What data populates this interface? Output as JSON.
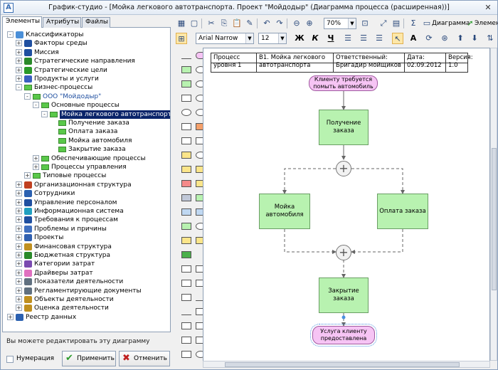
{
  "window": {
    "title": "График-студио - [Мойка легкового автотранспорта. Проект \"Мойдодыр\" (Диаграмма процесса (расширенная))]",
    "close_glyph": "✕"
  },
  "left_panel": {
    "tabs": [
      {
        "label": "Элементы"
      },
      {
        "label": "Атрибуты"
      },
      {
        "label": "Файлы"
      }
    ],
    "tree": [
      {
        "label": "Классификаторы",
        "icon": "folder-tree-icon",
        "color": "#4a8fd8"
      },
      {
        "label": "Факторы среды",
        "icon": "factor-icon",
        "color": "#1f4fa0"
      },
      {
        "label": "Миссия",
        "icon": "mission-icon",
        "color": "#1f4fa0"
      },
      {
        "label": "Стратегические направления",
        "icon": "strategic-direction-icon",
        "color": "#2a8a2a"
      },
      {
        "label": "Стратегические цели",
        "icon": "goal-icon",
        "color": "#2a9a2a"
      },
      {
        "label": "Продукты и услуги",
        "icon": "product-arrow-icon",
        "color": "#3a5fc0"
      },
      {
        "label": "Бизнес-процессы",
        "icon": "process-icon",
        "color": "#5ac84a"
      },
      {
        "label": "ООО \"Мойдодыр\"",
        "icon": "process-icon",
        "color": "#5ac84a"
      },
      {
        "label": "Основные процессы",
        "icon": "process-icon",
        "color": "#5ac84a"
      },
      {
        "label": "Мойка легкового автотранспорта",
        "icon": "process-icon",
        "color": "#5ac84a"
      },
      {
        "label": "Получение заказа",
        "icon": "process-icon",
        "color": "#5ac84a"
      },
      {
        "label": "Оплата заказа",
        "icon": "process-icon",
        "color": "#5ac84a"
      },
      {
        "label": "Мойка автомобиля",
        "icon": "process-icon",
        "color": "#5ac84a"
      },
      {
        "label": "Закрытие заказа",
        "icon": "process-icon",
        "color": "#5ac84a"
      },
      {
        "label": "Обеспечивающие процессы",
        "icon": "process-icon",
        "color": "#5ac84a"
      },
      {
        "label": "Процессы управления",
        "icon": "process-icon",
        "color": "#5ac84a"
      },
      {
        "label": "Типовые процессы",
        "icon": "process-icon",
        "color": "#5ac84a"
      },
      {
        "label": "Организационная структура",
        "icon": "org-structure-icon",
        "color": "#c04020"
      },
      {
        "label": "Сотрудники",
        "icon": "employee-icon",
        "color": "#2a60b0"
      },
      {
        "label": "Управление персоналом",
        "icon": "hr-icon",
        "color": "#1f4fa0"
      },
      {
        "label": "Информационная система",
        "icon": "info-system-icon",
        "color": "#20a0c0"
      },
      {
        "label": "Требования к процессам",
        "icon": "requirements-icon",
        "color": "#1f4fa0"
      },
      {
        "label": "Проблемы и причины",
        "icon": "problems-icon",
        "color": "#4070c0"
      },
      {
        "label": "Проекты",
        "icon": "projects-icon",
        "color": "#3060b0"
      },
      {
        "label": "Финансовая структура",
        "icon": "finance-icon",
        "color": "#c09020"
      },
      {
        "label": "Бюджетная структура",
        "icon": "budget-icon",
        "color": "#2a8a2a"
      },
      {
        "label": "Категории затрат",
        "icon": "cost-category-icon",
        "color": "#7a4ab0"
      },
      {
        "label": "Драйверы затрат",
        "icon": "cost-driver-icon",
        "color": "#e070c0"
      },
      {
        "label": "Показатели деятельности",
        "icon": "kpi-icon",
        "color": "#607080"
      },
      {
        "label": "Регламентирующие документы",
        "icon": "documents-icon",
        "color": "#607080"
      },
      {
        "label": "Объекты деятельности",
        "icon": "objects-icon",
        "color": "#c09020"
      },
      {
        "label": "Оценка деятельности",
        "icon": "evaluation-icon",
        "color": "#c09020"
      },
      {
        "label": "Реестр данных",
        "icon": "registry-icon",
        "color": "#2a60b0"
      }
    ],
    "hint": "Вы можете редактировать эту диаграмму",
    "numbering_label": "Нумерация",
    "apply_label": "Применить",
    "cancel_label": "Отменить"
  },
  "toolbar1": {
    "zoom": "70%",
    "diagram_label": "Диаграмма",
    "element_label": "Элемен"
  },
  "toolbar2": {
    "font": "Arial Narrow",
    "size": "12",
    "bold": "Ж",
    "italic": "К",
    "underline": "Ч"
  },
  "diagram": {
    "header": {
      "row1": [
        "Процесс",
        "B1.  Мойка легкового",
        "Ответственный:",
        "Дата:",
        "Версия:"
      ],
      "row2": [
        "уровня 1",
        "автотранспорта",
        "Бригадир мойщиков",
        "02.09.2012",
        "1.0"
      ]
    },
    "start_event": "Клиенту требуется помыть автомобиль",
    "nodes": {
      "receive": "Получение заказа",
      "wash": "Мойка автомобиля",
      "pay": "Оплата заказа",
      "close": "Закрытие заказа"
    },
    "end_event": "Услуга клиенту предоставлена",
    "gate_symbol": "+"
  },
  "colors": {
    "activity_fill": "#b8f2b0",
    "event_fill": "#f6c4f4",
    "selection": "#0a246a"
  }
}
